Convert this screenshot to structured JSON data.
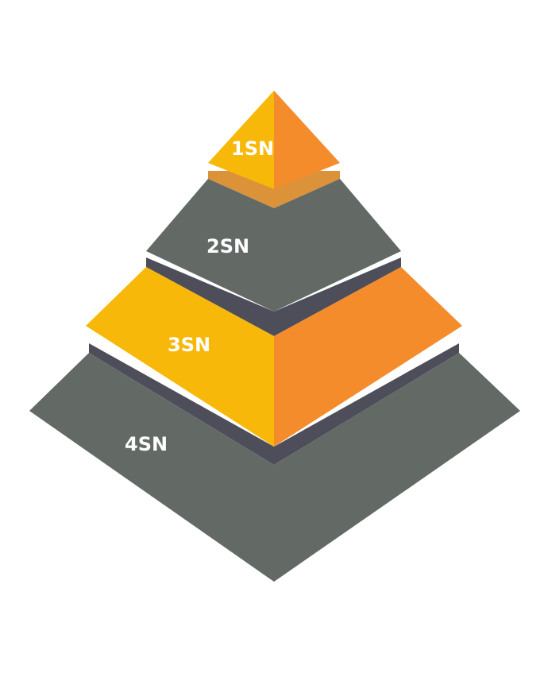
{
  "pyramid": {
    "tiers": [
      {
        "label": "1SN"
      },
      {
        "label": "2SN"
      },
      {
        "label": "3SN"
      },
      {
        "label": "4SN"
      }
    ]
  },
  "colors": {
    "gray_face": "#636a66",
    "gray_dark_band": "#4d4e59",
    "yellow_face": "#f7b80a",
    "orange_face": "#f48c2c",
    "orange_band": "#dc9239",
    "label": "#ffffff"
  }
}
